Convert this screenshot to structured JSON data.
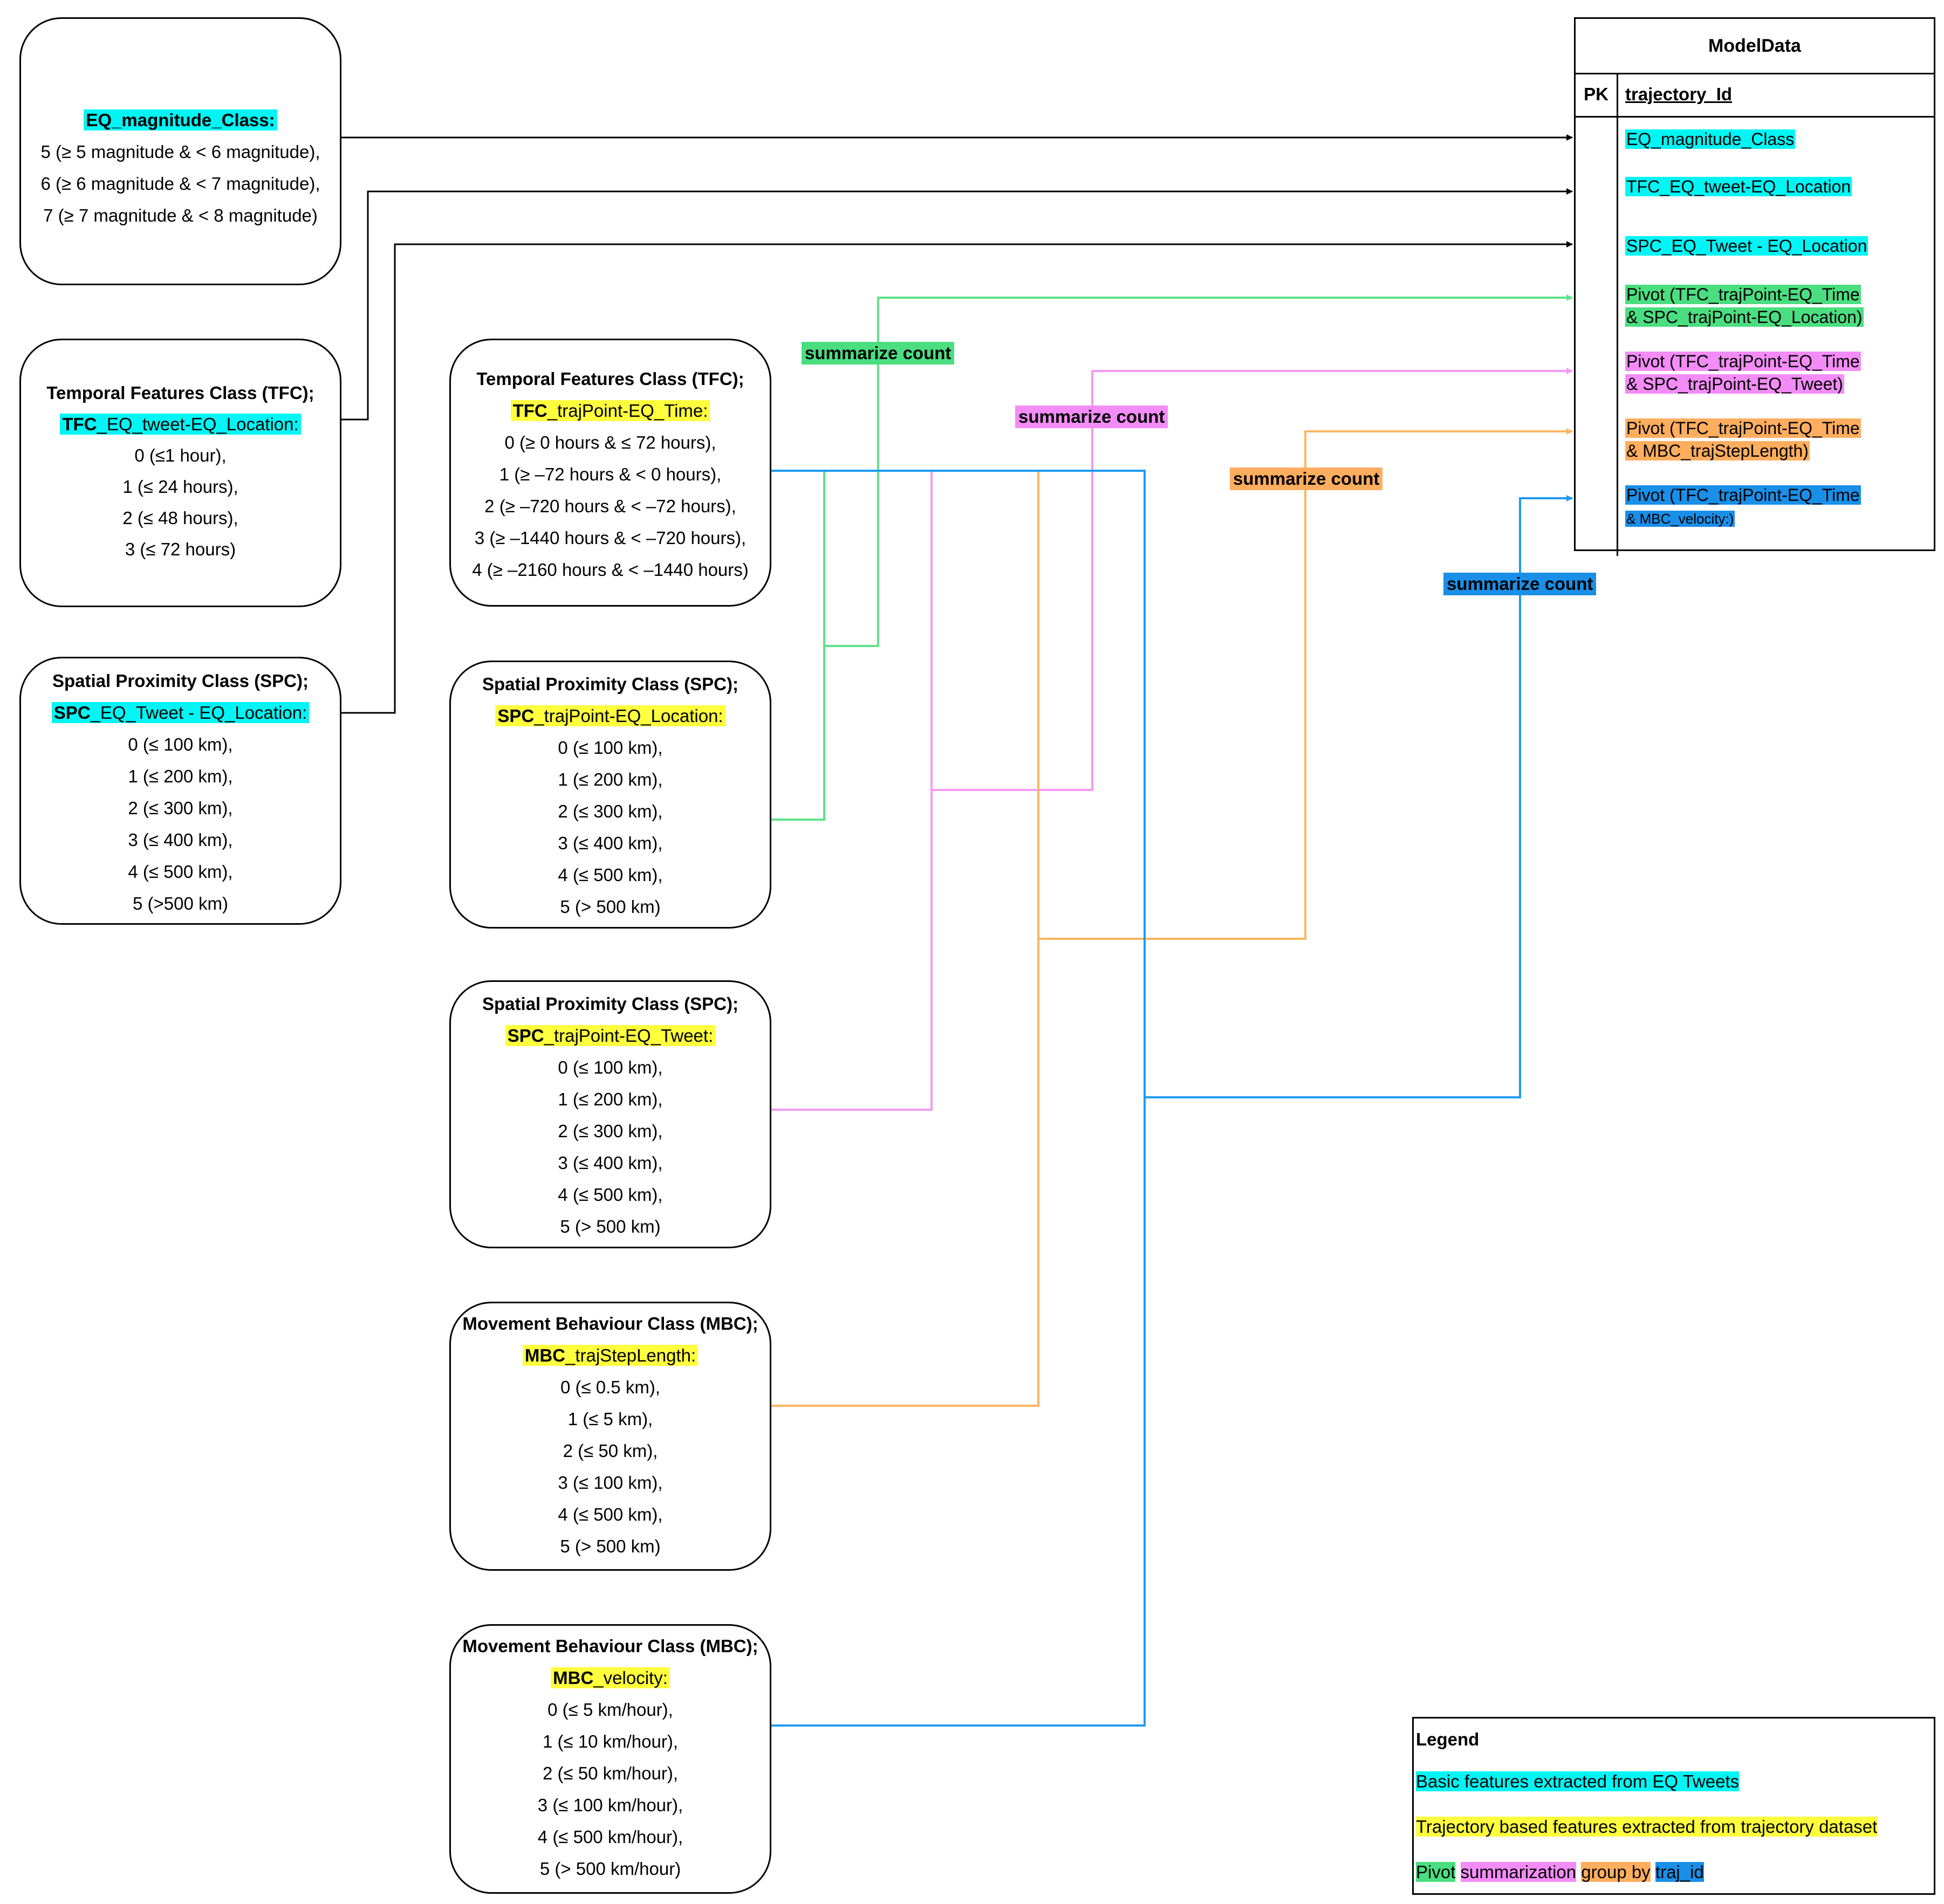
{
  "colors": {
    "cyan": "#00f5f5",
    "yellow": "#ffff3d",
    "green": "#4ade80",
    "pink": "#f38cf6",
    "orange": "#ffad5e",
    "blue": "#1a8fe8",
    "green_line": "#5de38a",
    "pink_line": "#f59af5",
    "orange_line": "#ffb560",
    "blue_line": "#1d9bf0"
  },
  "basic_boxes": [
    {
      "title": "",
      "feature_prefix": "EQ_magnitude_Class:",
      "feature_rest": "",
      "values": [
        "5 (≥ 5 magnitude & < 6 magnitude),",
        "6 (≥ 6 magnitude & < 7 magnitude),",
        "7 (≥ 7 magnitude & < 8 magnitude)"
      ]
    },
    {
      "title": "Temporal Features Class (TFC);",
      "feature_prefix": "TFC",
      "feature_rest": "_EQ_tweet-EQ_Location:",
      "values": [
        "0 (≤1 hour),",
        "1 (≤ 24 hours),",
        "2 (≤ 48 hours),",
        "3 (≤ 72 hours)"
      ]
    },
    {
      "title": "Spatial Proximity Class (SPC);",
      "feature_prefix": "SPC",
      "feature_rest": "_EQ_Tweet - EQ_Location:",
      "values": [
        "0 (≤ 100 km),",
        "1 (≤ 200 km),",
        "2 (≤ 300 km),",
        "3 (≤ 400 km),",
        "4 (≤ 500 km),",
        "5 (>500 km)"
      ]
    }
  ],
  "traj_boxes": [
    {
      "title": "Temporal Features Class (TFC);",
      "feature_prefix": "TFC",
      "feature_rest": "_trajPoint-EQ_Time:",
      "values": [
        "0 (≥ 0 hours & ≤ 72 hours),",
        "1 (≥ –72 hours & < 0 hours),",
        "2 (≥ –720 hours & < –72 hours),",
        "3 (≥ –1440 hours & < –720 hours),",
        "4 (≥ –2160 hours & < –1440 hours)"
      ]
    },
    {
      "title": "Spatial Proximity Class (SPC);",
      "feature_prefix": "SPC",
      "feature_rest": "_trajPoint-EQ_Location:",
      "values": [
        "0 (≤ 100 km),",
        "1 (≤ 200 km),",
        "2 (≤ 300 km),",
        "3 (≤ 400 km),",
        "4 (≤ 500 km),",
        "5 (> 500 km)"
      ]
    },
    {
      "title": "Spatial Proximity Class (SPC);",
      "feature_prefix": "SPC",
      "feature_rest": "_trajPoint-EQ_Tweet:",
      "values": [
        "0 (≤ 100 km),",
        "1 (≤ 200 km),",
        "2 (≤ 300 km),",
        "3 (≤ 400 km),",
        "4 (≤ 500 km),",
        "5 (> 500 km)"
      ]
    },
    {
      "title": "Movement Behaviour Class (MBC);",
      "feature_prefix": "MBC",
      "feature_rest": "_trajStepLength:",
      "values": [
        "0 (≤ 0.5 km),",
        "1 (≤ 5 km),",
        "2 (≤ 50 km),",
        "3 (≤ 100 km),",
        "4 (≤ 500 km),",
        "5 (> 500 km)"
      ]
    },
    {
      "title": "Movement Behaviour Class (MBC);",
      "feature_prefix": "MBC",
      "feature_rest": "_velocity:",
      "values": [
        "0 (≤ 5 km/hour),",
        "1 (≤ 10 km/hour),",
        "2 (≤ 50 km/hour),",
        "3 (≤ 100 km/hour),",
        "4 (≤ 500 km/hour),",
        "5 (> 500 km/hour)"
      ]
    }
  ],
  "summarize_label": "summarize count",
  "model": {
    "title": "ModelData",
    "pk_label": "PK",
    "pk_field": "trajectory_Id",
    "fields": [
      {
        "lines": [
          "EQ_magnitude_Class "
        ],
        "color": "cyan"
      },
      {
        "lines": [
          "TFC_EQ_tweet-EQ_Location"
        ],
        "color": "cyan"
      },
      {
        "lines": [
          "SPC_EQ_Tweet - EQ_Location"
        ],
        "color": "cyan"
      },
      {
        "lines": [
          "Pivot (TFC_trajPoint-EQ_Time",
          "& SPC_trajPoint-EQ_Location)"
        ],
        "color": "green"
      },
      {
        "lines": [
          "Pivot (TFC_trajPoint-EQ_Time",
          "& SPC_trajPoint-EQ_Tweet)"
        ],
        "color": "pink"
      },
      {
        "lines": [
          "Pivot (TFC_trajPoint-EQ_Time",
          "& MBC_trajStepLength)"
        ],
        "color": "orange"
      },
      {
        "lines": [
          "Pivot (TFC_trajPoint-EQ_Time",
          "& MBC_velocity:)"
        ],
        "color": "blue"
      }
    ]
  },
  "legend": {
    "title": "Legend",
    "basic": "Basic features extracted from EQ Tweets",
    "trajectory": "Trajectory based features extracted from trajectory dataset",
    "pivot": "Pivot",
    "summarization": "summarization",
    "group_by": "group by",
    "traj_id": "traj_id"
  }
}
